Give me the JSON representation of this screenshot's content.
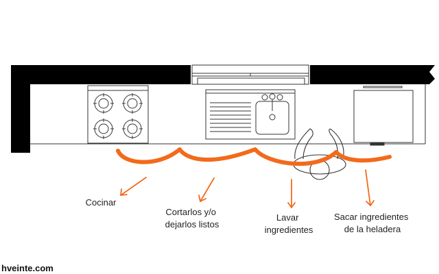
{
  "colors": {
    "wall": "#000000",
    "line": "#333333",
    "accent": "#f26a1b",
    "text": "#222222",
    "background": "#ffffff"
  },
  "icons": {
    "stove": "stove-icon",
    "sink": "sink-icon",
    "fridge": "refrigerator-icon",
    "person": "person-icon",
    "window": "window-icon"
  },
  "labels": {
    "cook": [
      "Cocinar"
    ],
    "cut": [
      "Cortarlos y/o",
      "dejarlos listos"
    ],
    "wash": [
      "Lavar",
      "ingredientes"
    ],
    "fridge": [
      "Sacar ingredientes",
      "de la heladera"
    ]
  },
  "watermark": "hveinte.com"
}
